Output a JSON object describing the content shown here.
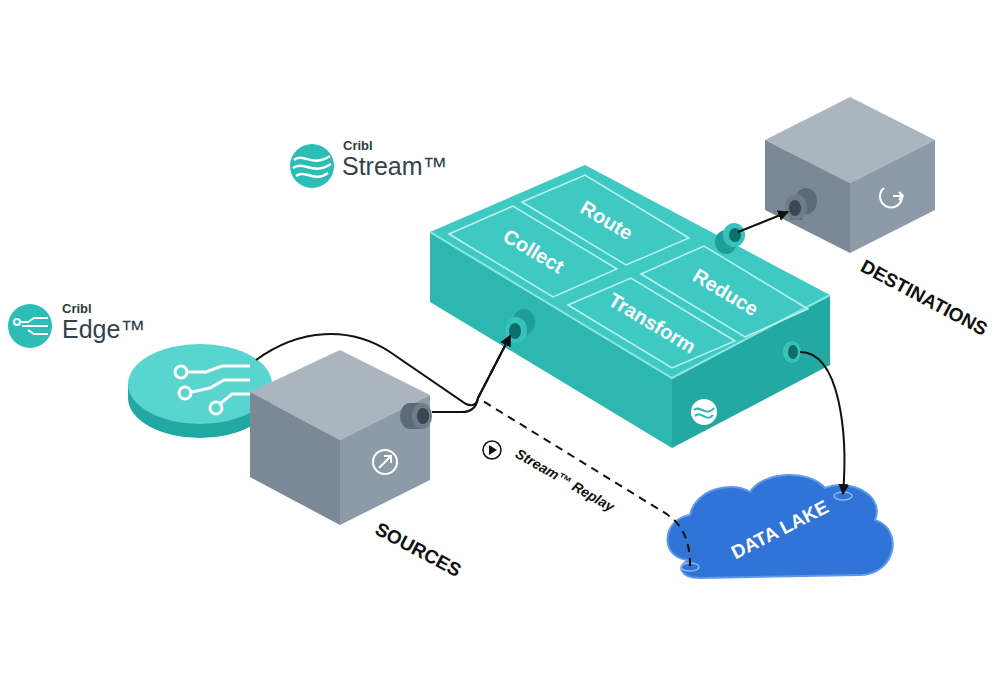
{
  "diagram": {
    "nodes": [
      {
        "text": [
          "Cribl",
          "Stream™"
        ]
      },
      {
        "text": [
          "Route"
        ],
        "in": 0
      },
      {
        "text": [
          "Collect"
        ],
        "in": 0
      },
      {
        "text": [
          "Reduce"
        ],
        "in": 0
      },
      {
        "text": [
          "Transform"
        ],
        "in": 0
      },
      {
        "text": [
          "DESTINATIONS"
        ]
      },
      {
        "text": [
          "Cribl",
          "Edge™"
        ]
      },
      {
        "text": [
          "SOURCES"
        ]
      },
      {
        "text": [
          "DATA LAKE"
        ]
      }
    ],
    "edges": [
      {
        "from": 7,
        "to": 0,
        "arrow": "to"
      },
      {
        "from": 6,
        "to": 0,
        "arrow": "to"
      },
      {
        "from": 0,
        "to": 5,
        "arrow": "to"
      },
      {
        "from": 0,
        "to": 8,
        "arrow": "to"
      },
      {
        "from": 8,
        "to": 0,
        "arrow": "to",
        "label": "Stream™ Replay"
      }
    ]
  }
}
